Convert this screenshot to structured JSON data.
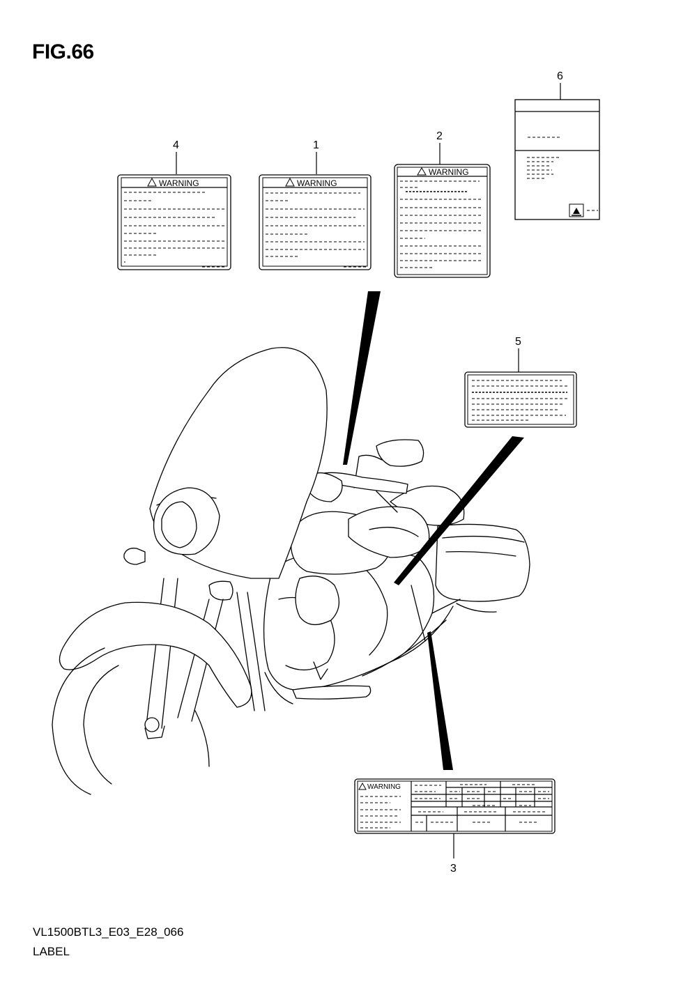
{
  "figure_title": "FIG.66",
  "diagram_code": "VL1500BTL3_E03_E28_066",
  "diagram_name": "LABEL",
  "labels": [
    {
      "callout": "1",
      "heading": "WARNING"
    },
    {
      "callout": "2",
      "heading": "WARNING"
    },
    {
      "callout": "3",
      "heading": "WARNING"
    },
    {
      "callout": "4",
      "heading": "WARNING"
    },
    {
      "callout": "5"
    },
    {
      "callout": "6"
    }
  ]
}
